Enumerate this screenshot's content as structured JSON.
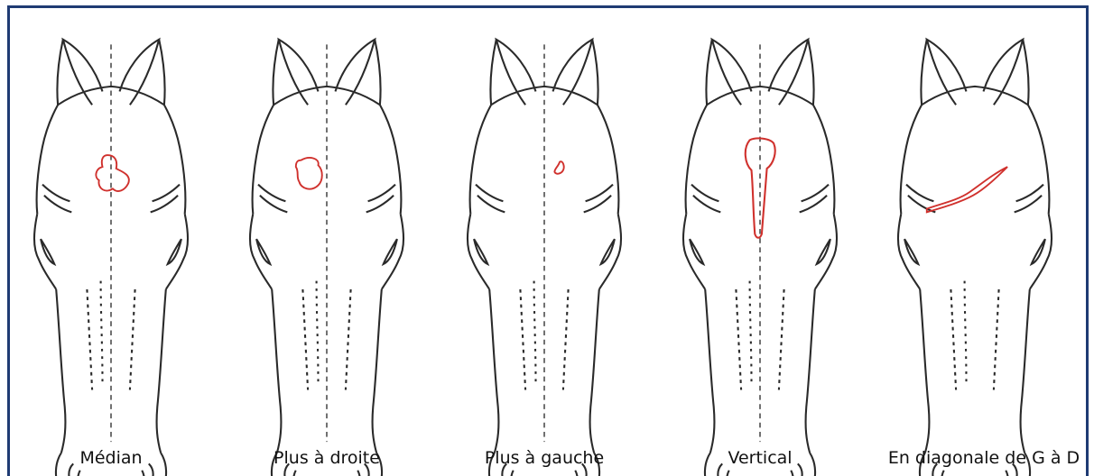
{
  "figure": {
    "panels": [
      {
        "label": "Médian",
        "marking_type": "median"
      },
      {
        "label": "Plus à droite",
        "marking_type": "right"
      },
      {
        "label": "Plus à gauche",
        "marking_type": "left"
      },
      {
        "label": "Vertical",
        "marking_type": "vertical"
      },
      {
        "label": "En diagonale de G à D",
        "marking_type": "diagonal"
      }
    ],
    "colors": {
      "outline": "#2a2a2a",
      "marking": "#d0312d",
      "frame": "#1f3b73"
    }
  }
}
